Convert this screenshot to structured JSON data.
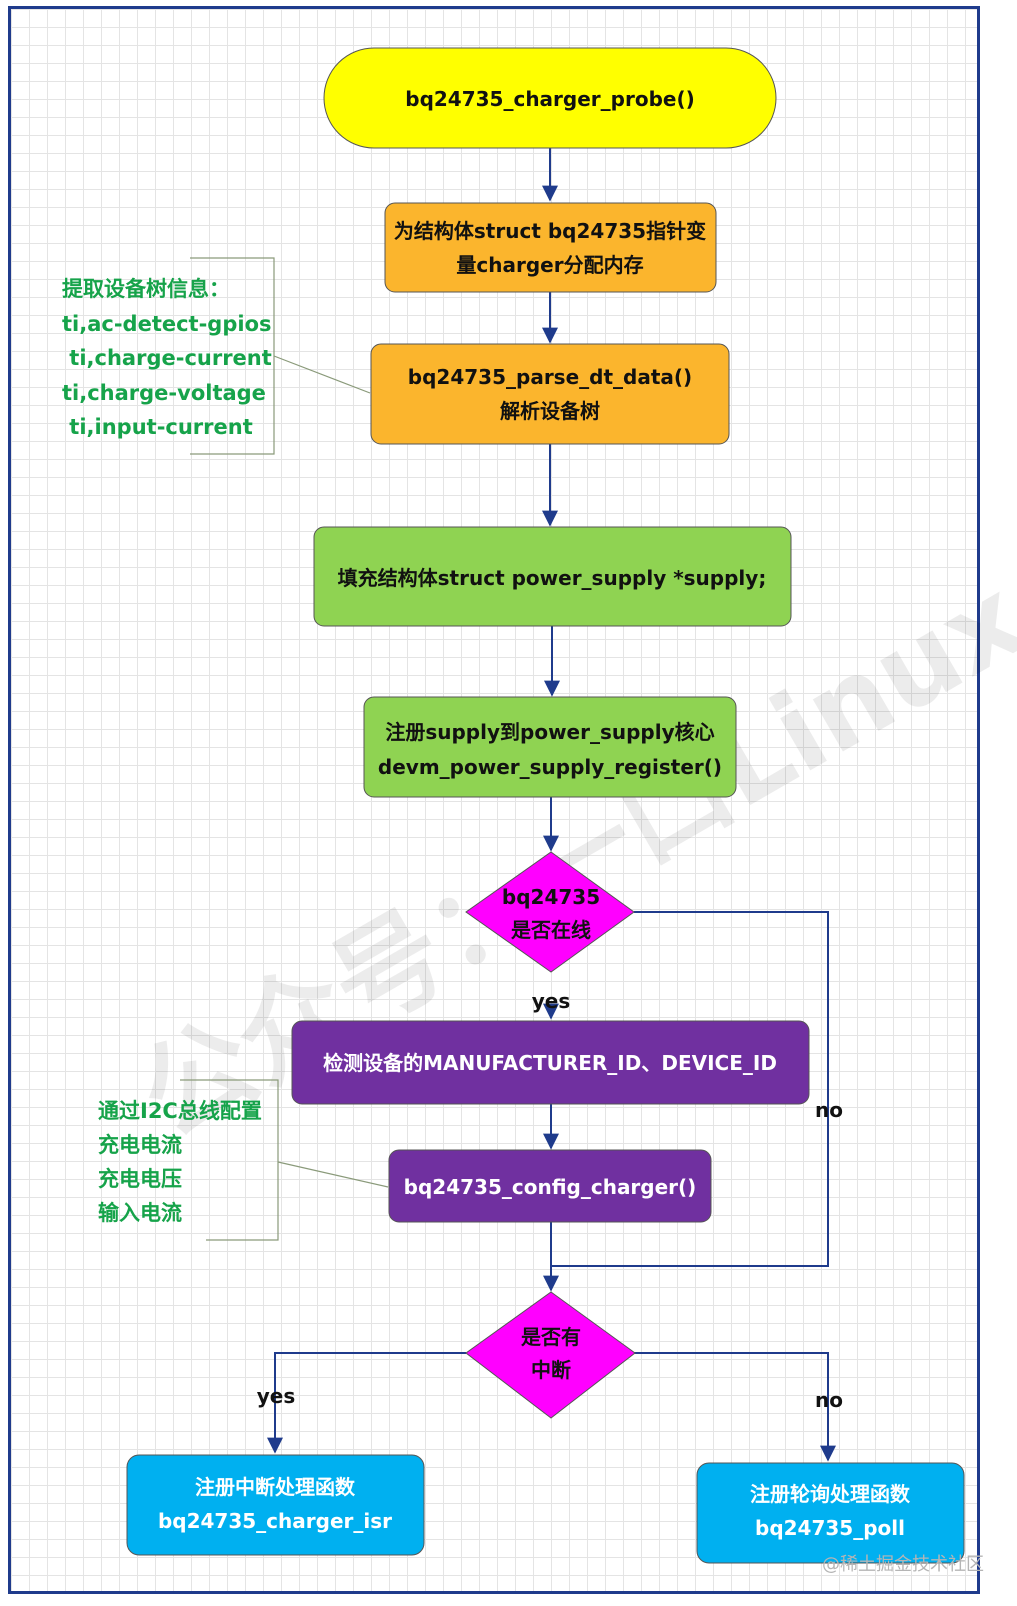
{
  "nodes": {
    "probe": {
      "lines": [
        "bq24735_charger_probe()"
      ],
      "color": "#ffff00"
    },
    "alloc": {
      "lines": [
        "为结构体struct bq24735指针变",
        "量charger分配内存"
      ],
      "color": "#fbb52d"
    },
    "parse": {
      "lines": [
        "bq24735_parse_dt_data()",
        "解析设备树"
      ],
      "color": "#fbb52d"
    },
    "fill": {
      "lines": [
        "填充结构体struct power_supply *supply;"
      ],
      "color": "#8fd352"
    },
    "register": {
      "lines": [
        "注册supply到power_supply核心",
        "devm_power_supply_register()"
      ],
      "color": "#8fd352"
    },
    "online": {
      "lines": [
        "bq24735",
        "是否在线"
      ],
      "color": "#ff00ff"
    },
    "detect": {
      "lines": [
        "检测设备的MANUFACTURER_ID、DEVICE_ID"
      ],
      "color": "#7030a0"
    },
    "config": {
      "lines": [
        "bq24735_config_charger()"
      ],
      "color": "#7030a0"
    },
    "irq": {
      "lines": [
        "是否有",
        "中断"
      ],
      "color": "#ff00ff"
    },
    "isr": {
      "lines": [
        "注册中断处理函数",
        "bq24735_charger_isr"
      ],
      "color": "#00b0f0"
    },
    "poll": {
      "lines": [
        "注册轮询处理函数",
        "bq24735_poll"
      ],
      "color": "#00b0f0"
    }
  },
  "notes": {
    "dt": {
      "lines": [
        "提取设备树信息：",
        "ti,ac-detect-gpios",
        " ti,charge-current",
        "ti,charge-voltage",
        " ti,input-current"
      ]
    },
    "i2c": {
      "lines": [
        "通过I2C总线配置",
        "充电电流",
        "充电电压",
        "输入电流"
      ]
    }
  },
  "edge_labels": {
    "online_yes": "yes",
    "online_no": "no",
    "irq_yes": "yes",
    "irq_no": "no"
  },
  "watermark": "公众号：一口Linux",
  "credit": "@稀土掘金技术社区",
  "colors": {
    "border": "#1f3b8c",
    "edge": "#1f3b8c",
    "note": "#16a34a"
  }
}
